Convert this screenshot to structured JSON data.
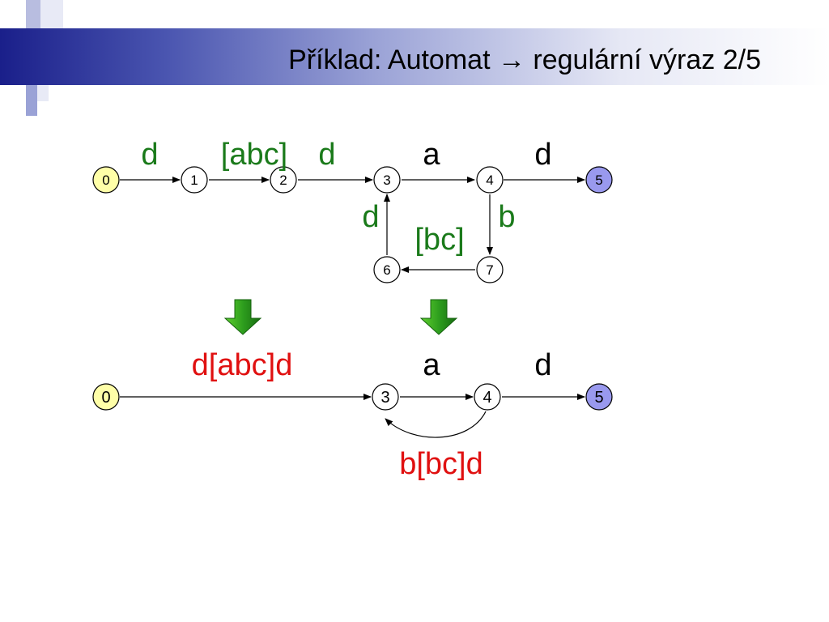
{
  "title": "Příklad: Automat → regulární výraz 2/5",
  "colors": {
    "green_label": "#1a7a1a",
    "red_label": "#e01010",
    "start_fill": "#ffffa8",
    "final_fill": "#9999ee",
    "arrow_green": "#2e9e1e"
  },
  "automaton_top": {
    "states": [
      "0",
      "1",
      "2",
      "3",
      "4",
      "5",
      "6",
      "7"
    ],
    "edges": [
      {
        "from": "0",
        "to": "1",
        "label": "d"
      },
      {
        "from": "1",
        "to": "2",
        "label": "[abc]"
      },
      {
        "from": "2",
        "to": "3",
        "label": "d"
      },
      {
        "from": "3",
        "to": "4",
        "label": "a"
      },
      {
        "from": "4",
        "to": "5",
        "label": "d"
      },
      {
        "from": "4",
        "to": "7",
        "label": "b"
      },
      {
        "from": "7",
        "to": "6",
        "label": "[bc]"
      },
      {
        "from": "6",
        "to": "3",
        "label": "d"
      }
    ]
  },
  "automaton_bottom": {
    "states": [
      "0",
      "3",
      "4",
      "5"
    ],
    "edges": [
      {
        "from": "0",
        "to": "3",
        "label": "d[abc]d"
      },
      {
        "from": "3",
        "to": "4",
        "label": "a"
      },
      {
        "from": "4",
        "to": "5",
        "label": "d"
      },
      {
        "from": "4",
        "to": "3",
        "label": "b[bc]d"
      }
    ]
  }
}
